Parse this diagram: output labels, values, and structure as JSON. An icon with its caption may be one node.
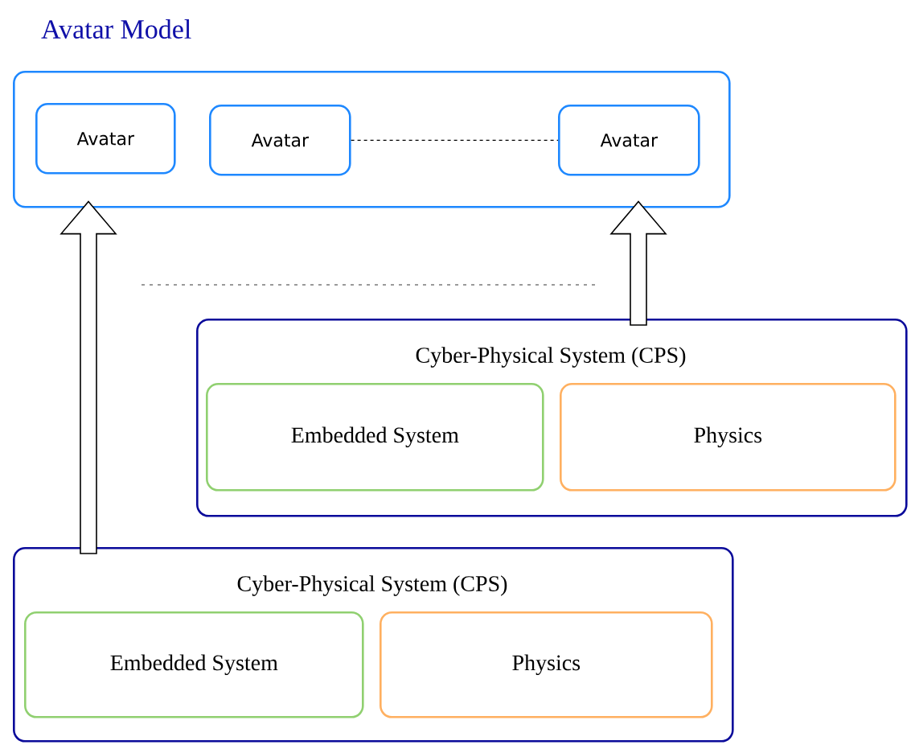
{
  "diagram": {
    "nodes": [
      {
        "text": [
          "Avatar Model"
        ]
      },
      {
        "text": [
          "Avatar"
        ],
        "in": 0
      },
      {
        "text": [
          "Avatar"
        ],
        "in": 0
      },
      {
        "text": [
          "Avatar"
        ],
        "in": 0
      },
      {
        "text": [
          "Cyber-Physical System (CPS)"
        ]
      },
      {
        "text": [
          "Embedded System"
        ],
        "in": 4
      },
      {
        "text": [
          "Physics"
        ],
        "in": 4
      },
      {
        "text": [
          "Cyber-Physical System (CPS)"
        ]
      },
      {
        "text": [
          "Embedded System"
        ],
        "in": 7
      },
      {
        "text": [
          "Physics"
        ],
        "in": 7
      }
    ],
    "edges": [
      {
        "from": 2,
        "to": 3,
        "arrow": "none",
        "style": "dashed"
      },
      {
        "from": 7,
        "to": 0,
        "arrow": "to"
      },
      {
        "from": 4,
        "to": 0,
        "arrow": "to"
      }
    ]
  }
}
